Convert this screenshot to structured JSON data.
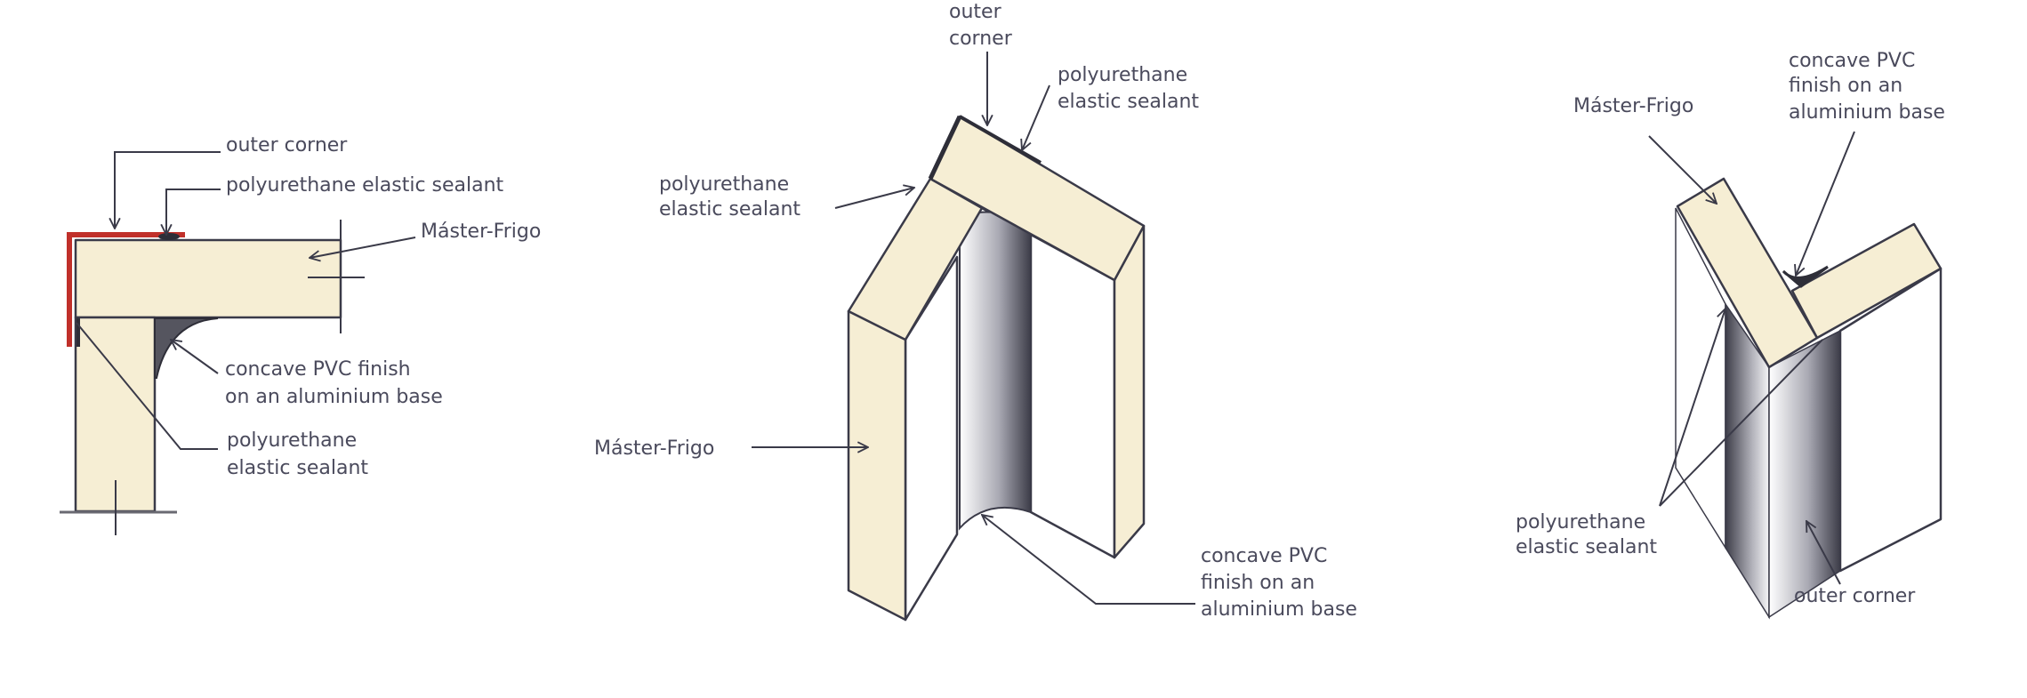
{
  "colors": {
    "panel": "#f6eed4",
    "outline": "#3a3a48",
    "outer_corner": "#c0302a",
    "text": "#4a4a5c"
  },
  "panel_plan": {
    "outer_corner": "outer corner",
    "sealant_top": "polyurethane elastic sealant",
    "master_frigo": "Máster-Frigo",
    "concave_line1": "concave PVC finish",
    "concave_line2": "on an aluminium base",
    "sealant_bottom_line1": "polyurethane",
    "sealant_bottom_line2": "elastic sealant"
  },
  "panel_iso_outer": {
    "outer_corner_line1": "outer",
    "outer_corner_line2": "corner",
    "sealant_right_line1": "polyurethane",
    "sealant_right_line2": "elastic sealant",
    "sealant_left_line1": "polyurethane",
    "sealant_left_line2": "elastic sealant",
    "master_frigo": "Máster-Frigo",
    "concave_line1": "concave PVC",
    "concave_line2": "finish on an",
    "concave_line3": "aluminium base"
  },
  "panel_iso_inner": {
    "master_frigo": "Máster-Frigo",
    "concave_line1": "concave PVC",
    "concave_line2": "finish on an",
    "concave_line3": "aluminium base",
    "sealant_line1": "polyurethane",
    "sealant_line2": "elastic sealant",
    "outer_corner": "outer corner"
  }
}
